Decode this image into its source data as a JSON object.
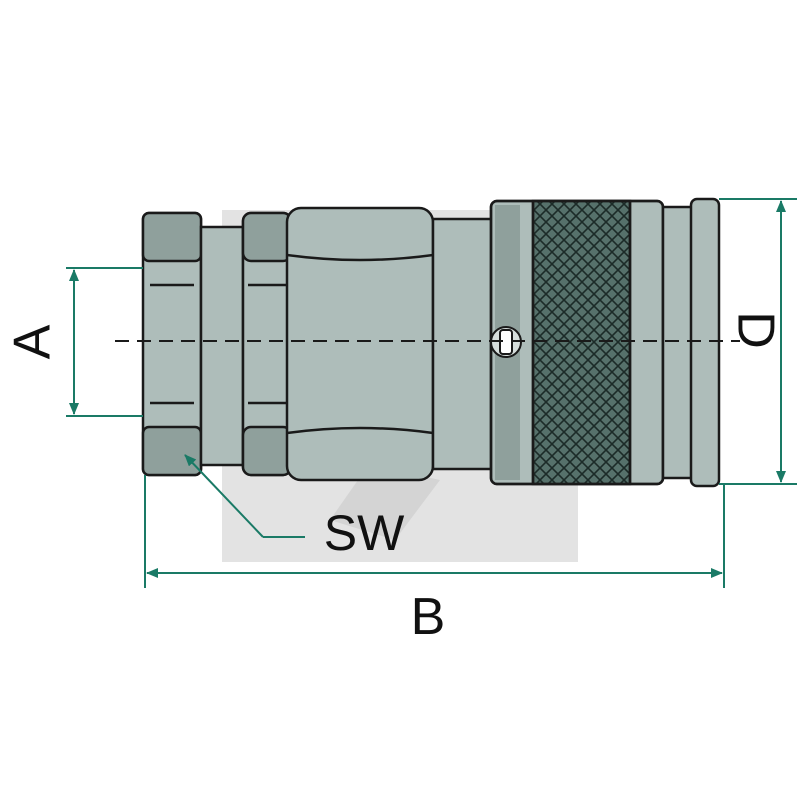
{
  "diagram": {
    "labels": {
      "a": "A",
      "b": "B",
      "d": "D",
      "sw": "SW"
    },
    "colors": {
      "steel": "#aebdba",
      "steel_dark": "#8c9c98",
      "knurl": "#55706a",
      "outline": "#1a1a1a",
      "dimension": "#1a7a66",
      "watermark": "#e2e2e2"
    }
  }
}
